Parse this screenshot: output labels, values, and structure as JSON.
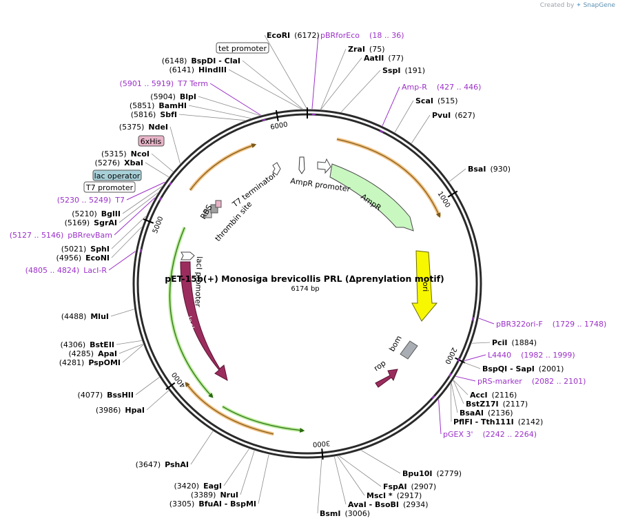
{
  "watermark": {
    "prefix": "Created by",
    "brand": "SnapGene"
  },
  "map": {
    "title": "pET-15b(+) Monosiga brevicollis PRL (Δprenylation motif)",
    "length_label": "6174 bp",
    "total_bp": 6174,
    "ticks": [
      {
        "bp": 1000,
        "label": "1000"
      },
      {
        "bp": 2000,
        "label": "2000"
      },
      {
        "bp": 3000,
        "label": "3000"
      },
      {
        "bp": 4000,
        "label": "4000"
      },
      {
        "bp": 5000,
        "label": "5000"
      },
      {
        "bp": 6000,
        "label": "6000"
      }
    ]
  },
  "enzymes": [
    {
      "pos": "(6172)",
      "name": "EcoRI",
      "bp": 6172
    },
    {
      "pos": "(75)",
      "name": "ZraI",
      "bp": 75
    },
    {
      "pos": "(77)",
      "name": "AatII",
      "bp": 77
    },
    {
      "pos": "(191)",
      "name": "SspI",
      "bp": 191
    },
    {
      "pos": "(515)",
      "name": "ScaI",
      "bp": 515
    },
    {
      "pos": "(627)",
      "name": "PvuI",
      "bp": 627
    },
    {
      "pos": "(930)",
      "name": "BsaI",
      "bp": 930
    },
    {
      "pos": "(1884)",
      "name": "PciI",
      "bp": 1884
    },
    {
      "pos": "(2001)",
      "name": "BspQI - SapI",
      "bp": 2001
    },
    {
      "pos": "(2116)",
      "name": "AccI",
      "bp": 2116
    },
    {
      "pos": "(2117)",
      "name": "BstZ17I",
      "bp": 2117
    },
    {
      "pos": "(2136)",
      "name": "BsaAI",
      "bp": 2136
    },
    {
      "pos": "(2142)",
      "name": "PflFI - Tth111I",
      "bp": 2142
    },
    {
      "pos": "(2779)",
      "name": "Bpu10I",
      "bp": 2779
    },
    {
      "pos": "(2907)",
      "name": "FspAI",
      "bp": 2907
    },
    {
      "pos": "(2917)",
      "name": "MscI *",
      "bp": 2917
    },
    {
      "pos": "(2934)",
      "name": "AvaI - BsoBI",
      "bp": 2934
    },
    {
      "pos": "(3006)",
      "name": "BsmI",
      "bp": 3006
    },
    {
      "pos": "(3305)",
      "name": "BfuAI - BspMI",
      "bp": 3305
    },
    {
      "pos": "(3389)",
      "name": "NruI",
      "bp": 3389
    },
    {
      "pos": "(3420)",
      "name": "EagI",
      "bp": 3420
    },
    {
      "pos": "(3647)",
      "name": "PshAI",
      "bp": 3647
    },
    {
      "pos": "(3986)",
      "name": "HpaI",
      "bp": 3986
    },
    {
      "pos": "(4077)",
      "name": "BssHII",
      "bp": 4077
    },
    {
      "pos": "(4281)",
      "name": "PspOMI",
      "bp": 4281
    },
    {
      "pos": "(4285)",
      "name": "ApaI",
      "bp": 4285
    },
    {
      "pos": "(4306)",
      "name": "BstEII",
      "bp": 4306
    },
    {
      "pos": "(4488)",
      "name": "MluI",
      "bp": 4488
    },
    {
      "pos": "(4956)",
      "name": "EcoNI",
      "bp": 4956
    },
    {
      "pos": "(5021)",
      "name": "SphI",
      "bp": 5021
    },
    {
      "pos": "(5169)",
      "name": "SgrAI",
      "bp": 5169
    },
    {
      "pos": "(5210)",
      "name": "BglII",
      "bp": 5210
    },
    {
      "pos": "(5276)",
      "name": "XbaI",
      "bp": 5276
    },
    {
      "pos": "(5315)",
      "name": "NcoI",
      "bp": 5315
    },
    {
      "pos": "(5375)",
      "name": "NdeI",
      "bp": 5375
    },
    {
      "pos": "(5816)",
      "name": "SbfI",
      "bp": 5816
    },
    {
      "pos": "(5851)",
      "name": "BamHI",
      "bp": 5851
    },
    {
      "pos": "(5904)",
      "name": "BlpI",
      "bp": 5904
    },
    {
      "pos": "(6141)",
      "name": "HindIII",
      "bp": 6141
    },
    {
      "pos": "(6148)",
      "name": "BspDI - ClaI",
      "bp": 6148
    }
  ],
  "primers": [
    {
      "name": "pBRforEco",
      "range": "(18 .. 36)",
      "bp": 27
    },
    {
      "name": "Amp-R",
      "range": "(427 .. 446)",
      "bp": 436
    },
    {
      "name": "pBR322ori-F",
      "range": "(1729 .. 1748)",
      "bp": 1738
    },
    {
      "name": "L4440",
      "range": "(1982 .. 1999)",
      "bp": 1990
    },
    {
      "name": "pRS-marker",
      "range": "(2082 .. 2101)",
      "bp": 2091
    },
    {
      "name": "pGEX 3'",
      "range": "(2242 .. 2264)",
      "bp": 2253
    },
    {
      "name": "LacI-R",
      "range": "(4805 .. 4824)",
      "bp": 4814
    },
    {
      "name": "pBRrevBam",
      "range": "(5127 .. 5146)",
      "bp": 5136
    },
    {
      "name": "T7",
      "range": "(5230 .. 5249)",
      "bp": 5240
    },
    {
      "name": "T7 Term",
      "range": "(5901 .. 5919)",
      "bp": 5910
    }
  ],
  "boxed_labels": [
    {
      "text": "tet promoter",
      "fill": "#ffffff"
    },
    {
      "text": "6xHis",
      "fill": "#e8b4c8"
    },
    {
      "text": "lac operator",
      "fill": "#a8d0d8"
    },
    {
      "text": "T7 promoter",
      "fill": "#ffffff"
    }
  ],
  "features": [
    {
      "name": "AmpR promoter",
      "color": "#ffffff"
    },
    {
      "name": "AmpR",
      "color": "#c8f7c0"
    },
    {
      "name": "ori",
      "color": "#f7f700"
    },
    {
      "name": "bom",
      "color": "#a9adb4"
    },
    {
      "name": "rop",
      "color": "#9b2d5e"
    },
    {
      "name": "lacI",
      "color": "#9b2d5e"
    },
    {
      "name": "lacI promoter",
      "color": "#ffffff"
    },
    {
      "name": "T7 terminator",
      "color": "#ffffff"
    },
    {
      "name": "RBS",
      "color": "#d0d0d0"
    },
    {
      "name": "thrombin site",
      "color": "#a0a0a0"
    }
  ]
}
